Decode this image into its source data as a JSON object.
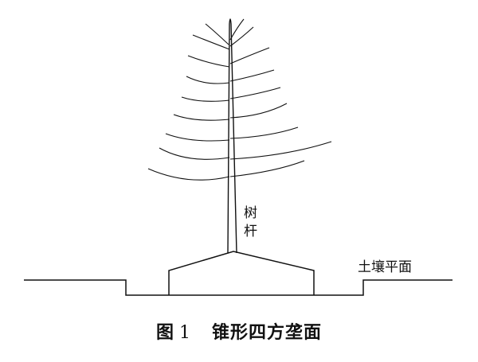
{
  "diagram": {
    "trunk_label_line1": "树",
    "trunk_label_line2": "杆",
    "soil_label": "土壤平面"
  },
  "caption": {
    "prefix": "图",
    "number": "1",
    "title": "锥形四方垄面"
  },
  "colors": {
    "line": "#111111",
    "background": "#ffffff"
  }
}
